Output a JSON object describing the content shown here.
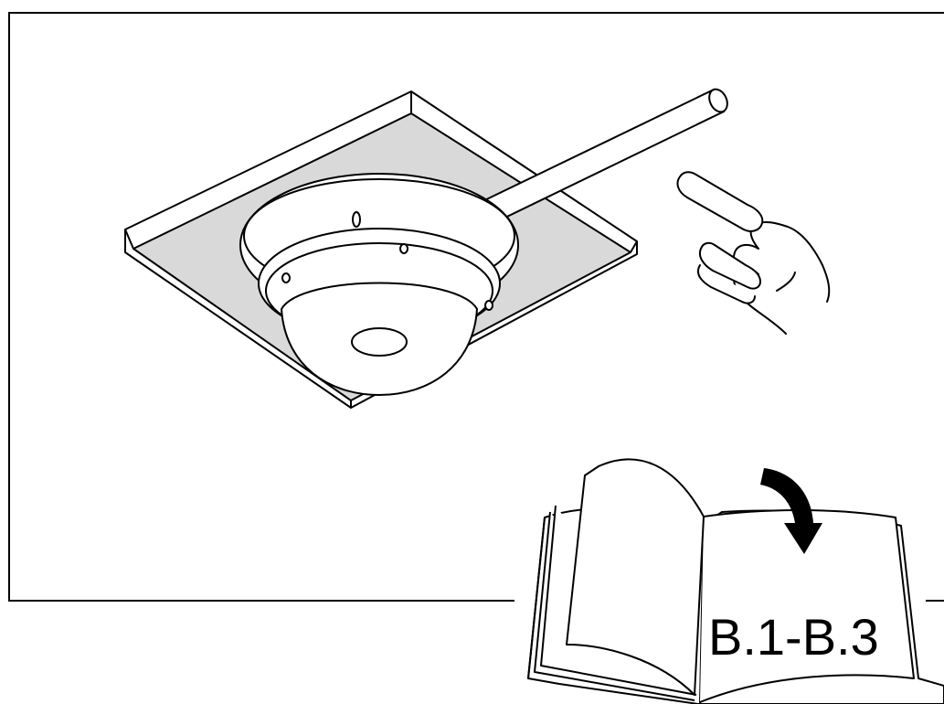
{
  "illustration": {
    "manual_reference": "B.1-B.3",
    "colors": {
      "line": "#000000",
      "panel_fill": "#d9d9d9",
      "background": "#ffffff"
    },
    "icons": [
      "ceiling-panel",
      "dome-camera",
      "cable-conduit",
      "pointing-hand-icon",
      "open-manual-icon",
      "page-turn-arrow-icon"
    ]
  }
}
